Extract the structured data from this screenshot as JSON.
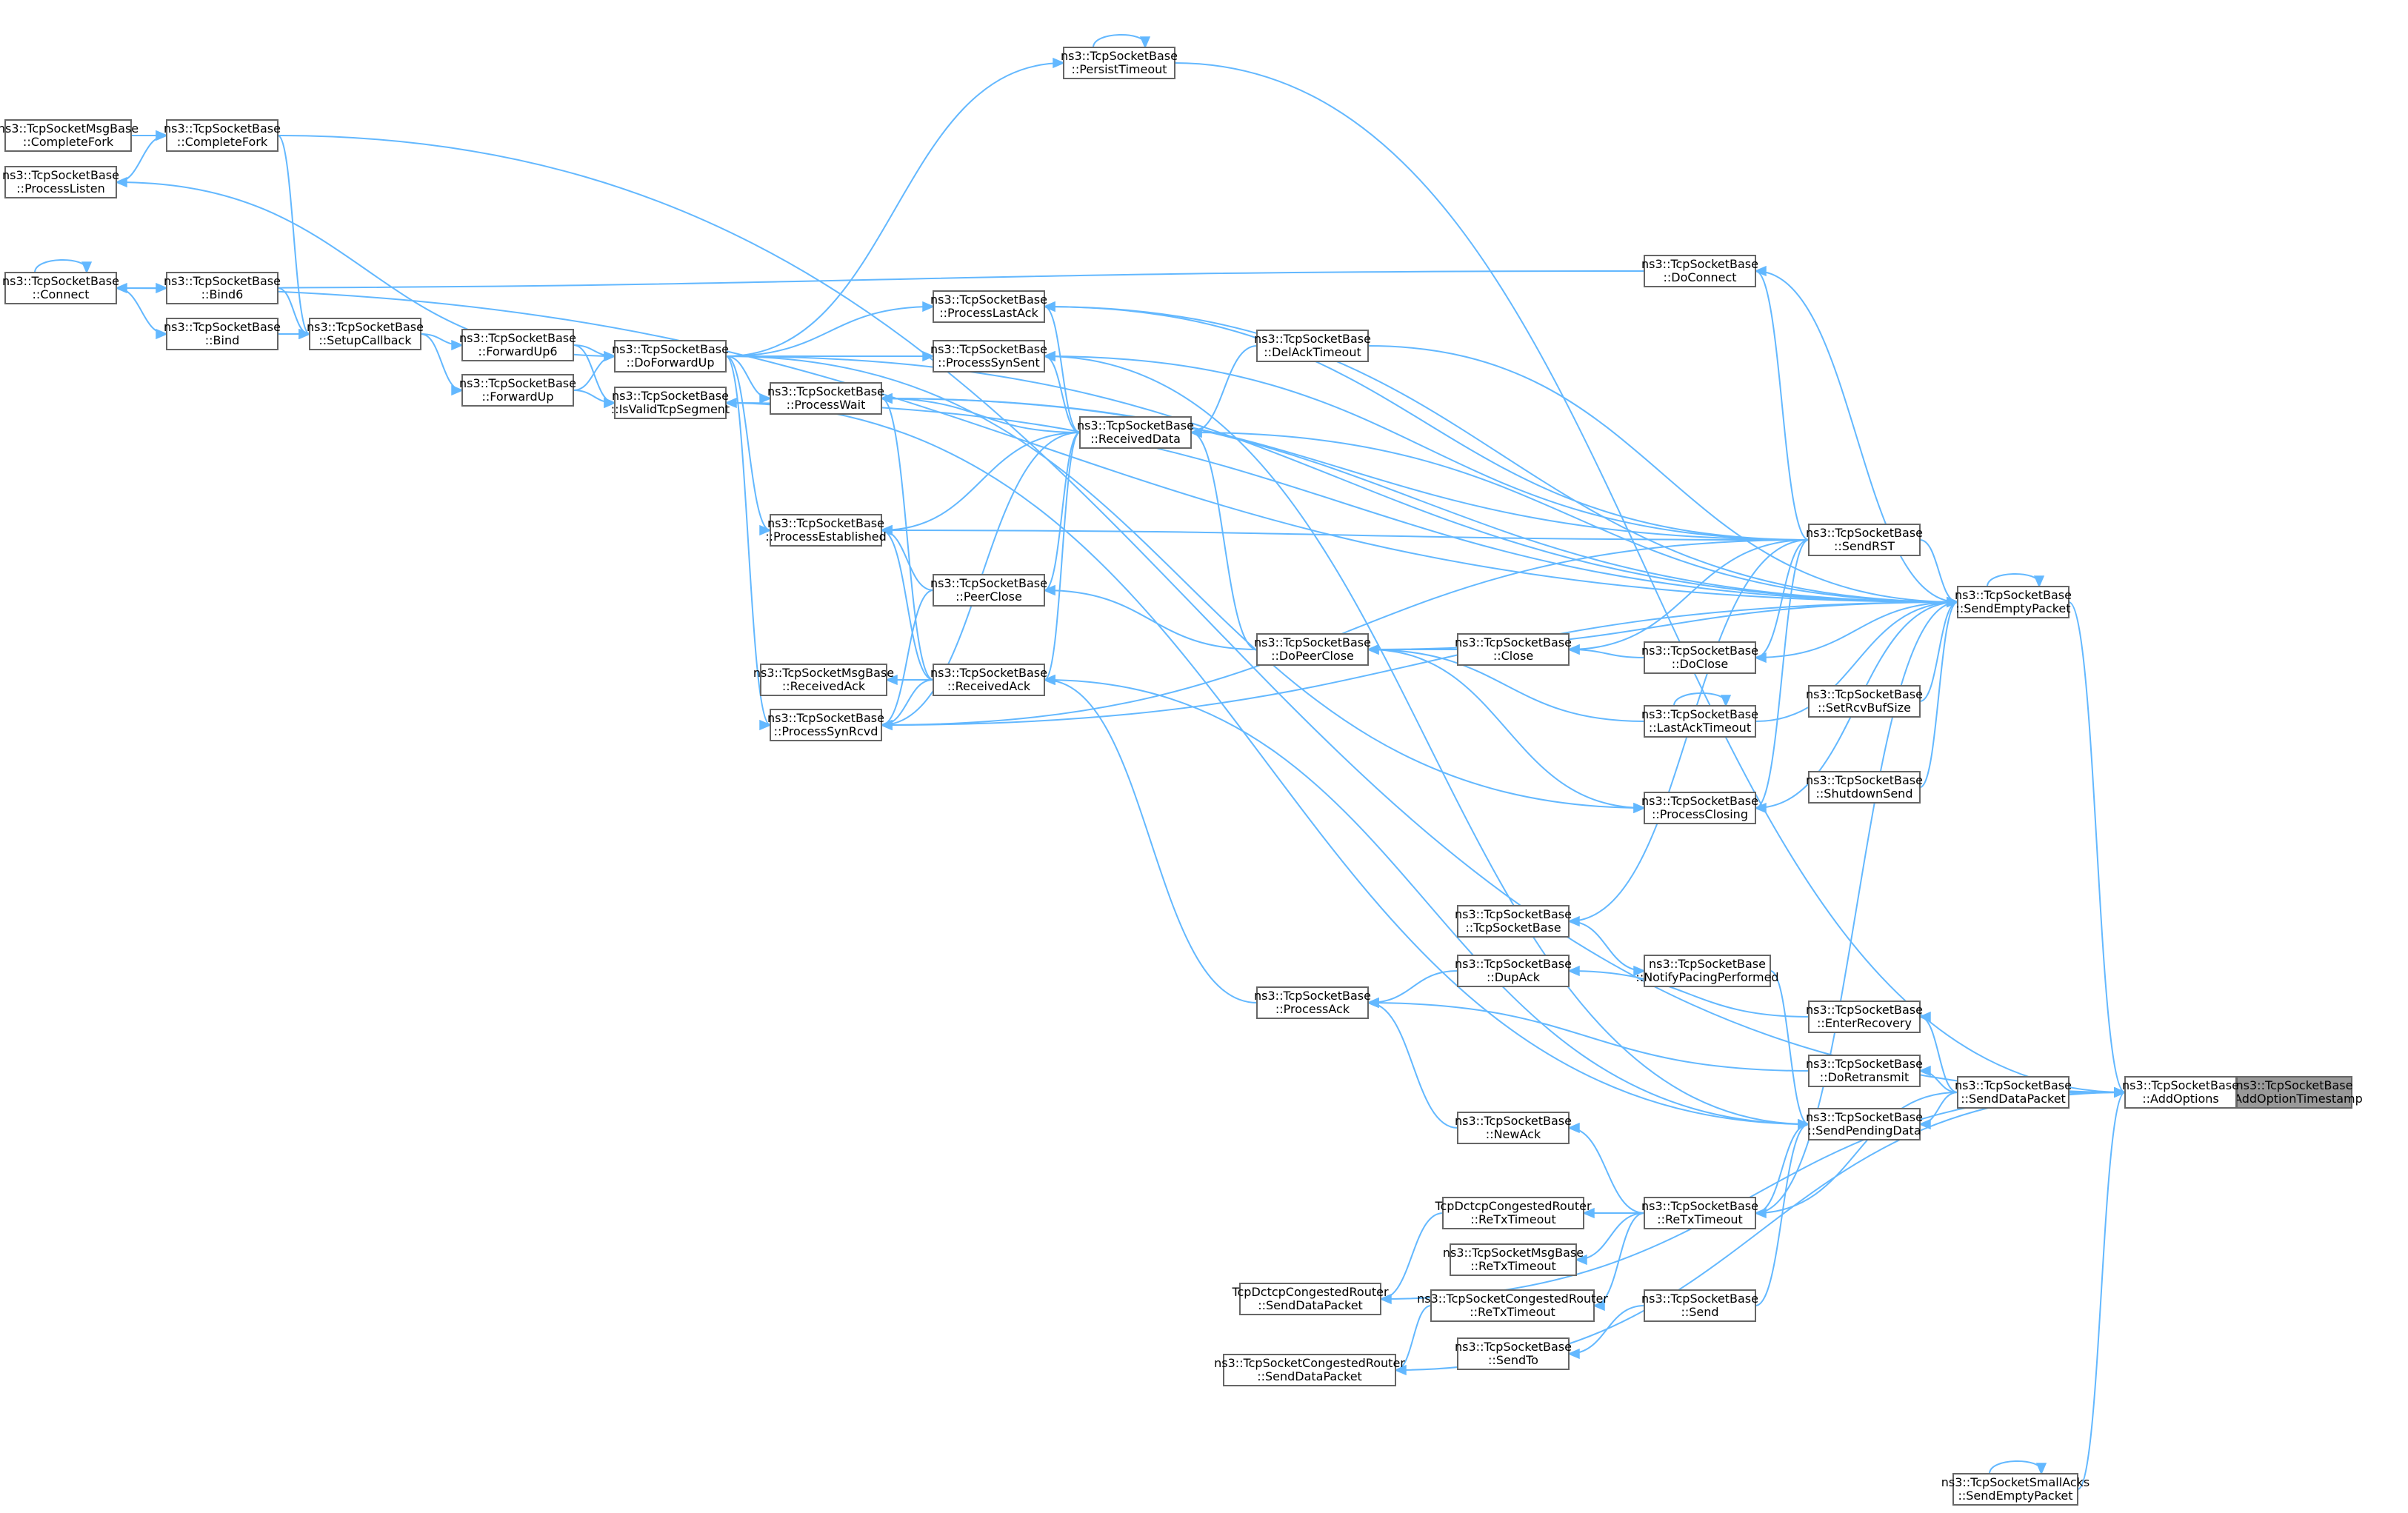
{
  "diagram": {
    "title": "",
    "colors": {
      "edge": "#63b8ff",
      "node_border": "#666666",
      "root_fill": "#999999",
      "background": "#ffffff"
    },
    "nodes": [
      {
        "id": "root",
        "line1": "ns3::TcpSocketBase",
        "line2": "::AddOptionTimestamp",
        "root": true
      },
      {
        "id": "addOptions",
        "line1": "ns3::TcpSocketBase",
        "line2": "::AddOptions"
      },
      {
        "id": "sendEmptyPacket",
        "line1": "ns3::TcpSocketBase",
        "line2": "::SendEmptyPacket"
      },
      {
        "id": "sendDataPacket",
        "line1": "ns3::TcpSocketBase",
        "line2": "::SendDataPacket"
      },
      {
        "id": "smallAcksSendEmpty",
        "line1": "ns3::TcpSocketSmallAcks",
        "line2": "::SendEmptyPacket"
      },
      {
        "id": "persistTimeout",
        "line1": "ns3::TcpSocketBase",
        "line2": "::PersistTimeout"
      },
      {
        "id": "msgCompleteFork",
        "line1": "ns3::TcpSocketMsgBase",
        "line2": "::CompleteFork"
      },
      {
        "id": "completeFork",
        "line1": "ns3::TcpSocketBase",
        "line2": "::CompleteFork"
      },
      {
        "id": "processListen",
        "line1": "ns3::TcpSocketBase",
        "line2": "::ProcessListen"
      },
      {
        "id": "connect",
        "line1": "ns3::TcpSocketBase",
        "line2": "::Connect"
      },
      {
        "id": "bind6",
        "line1": "ns3::TcpSocketBase",
        "line2": "::Bind6"
      },
      {
        "id": "bind",
        "line1": "ns3::TcpSocketBase",
        "line2": "::Bind"
      },
      {
        "id": "setupCallback",
        "line1": "ns3::TcpSocketBase",
        "line2": "::SetupCallback"
      },
      {
        "id": "forwardUp6",
        "line1": "ns3::TcpSocketBase",
        "line2": "::ForwardUp6"
      },
      {
        "id": "forwardUp",
        "line1": "ns3::TcpSocketBase",
        "line2": "::ForwardUp"
      },
      {
        "id": "doForwardUp",
        "line1": "ns3::TcpSocketBase",
        "line2": "::DoForwardUp"
      },
      {
        "id": "isValidTcpSegment",
        "line1": "ns3::TcpSocketBase",
        "line2": "::IsValidTcpSegment"
      },
      {
        "id": "processLastAck",
        "line1": "ns3::TcpSocketBase",
        "line2": "::ProcessLastAck"
      },
      {
        "id": "processSynSent",
        "line1": "ns3::TcpSocketBase",
        "line2": "::ProcessSynSent"
      },
      {
        "id": "processWait",
        "line1": "ns3::TcpSocketBase",
        "line2": "::ProcessWait"
      },
      {
        "id": "processEstablished",
        "line1": "ns3::TcpSocketBase",
        "line2": "::ProcessEstablished"
      },
      {
        "id": "peerClose",
        "line1": "ns3::TcpSocketBase",
        "line2": "::PeerClose"
      },
      {
        "id": "msgReceivedAck",
        "line1": "ns3::TcpSocketMsgBase",
        "line2": "::ReceivedAck"
      },
      {
        "id": "receivedAck",
        "line1": "ns3::TcpSocketBase",
        "line2": "::ReceivedAck"
      },
      {
        "id": "processSynRcvd",
        "line1": "ns3::TcpSocketBase",
        "line2": "::ProcessSynRcvd"
      },
      {
        "id": "delAckTimeout",
        "line1": "ns3::TcpSocketBase",
        "line2": "::DelAckTimeout"
      },
      {
        "id": "receivedData",
        "line1": "ns3::TcpSocketBase",
        "line2": "::ReceivedData"
      },
      {
        "id": "doPeerClose",
        "line1": "ns3::TcpSocketBase",
        "line2": "::DoPeerClose"
      },
      {
        "id": "close",
        "line1": "ns3::TcpSocketBase",
        "line2": "::Close"
      },
      {
        "id": "doConnect",
        "line1": "ns3::TcpSocketBase",
        "line2": "::DoConnect"
      },
      {
        "id": "sendRST",
        "line1": "ns3::TcpSocketBase",
        "line2": "::SendRST"
      },
      {
        "id": "doClose",
        "line1": "ns3::TcpSocketBase",
        "line2": "::DoClose"
      },
      {
        "id": "lastAckTimeout",
        "line1": "ns3::TcpSocketBase",
        "line2": "::LastAckTimeout"
      },
      {
        "id": "setRcvBufSize",
        "line1": "ns3::TcpSocketBase",
        "line2": "::SetRcvBufSize"
      },
      {
        "id": "shutdownSend",
        "line1": "ns3::TcpSocketBase",
        "line2": "::ShutdownSend"
      },
      {
        "id": "processClosing",
        "line1": "ns3::TcpSocketBase",
        "line2": "::ProcessClosing"
      },
      {
        "id": "tcpSocketBase",
        "line1": "ns3::TcpSocketBase",
        "line2": "::TcpSocketBase"
      },
      {
        "id": "dupAck",
        "line1": "ns3::TcpSocketBase",
        "line2": "::DupAck"
      },
      {
        "id": "notifyPacing",
        "line1": "ns3::TcpSocketBase",
        "line2": "::NotifyPacingPerformed"
      },
      {
        "id": "processAck",
        "line1": "ns3::TcpSocketBase",
        "line2": "::ProcessAck"
      },
      {
        "id": "enterRecovery",
        "line1": "ns3::TcpSocketBase",
        "line2": "::EnterRecovery"
      },
      {
        "id": "doRetransmit",
        "line1": "ns3::TcpSocketBase",
        "line2": "::DoRetransmit"
      },
      {
        "id": "sendPendingData",
        "line1": "ns3::TcpSocketBase",
        "line2": "::SendPendingData"
      },
      {
        "id": "newAck",
        "line1": "ns3::TcpSocketBase",
        "line2": "::NewAck"
      },
      {
        "id": "reTxTimeout",
        "line1": "ns3::TcpSocketBase",
        "line2": "::ReTxTimeout"
      },
      {
        "id": "dctcpReTxTimeout",
        "line1": "TcpDctcpCongestedRouter",
        "line2": "::ReTxTimeout"
      },
      {
        "id": "msgReTxTimeout",
        "line1": "ns3::TcpSocketMsgBase",
        "line2": "::ReTxTimeout"
      },
      {
        "id": "congReTxTimeout",
        "line1": "ns3::TcpSocketCongestedRouter",
        "line2": "::ReTxTimeout"
      },
      {
        "id": "dctcpSendDataPacket",
        "line1": "TcpDctcpCongestedRouter",
        "line2": "::SendDataPacket"
      },
      {
        "id": "send",
        "line1": "ns3::TcpSocketBase",
        "line2": "::Send"
      },
      {
        "id": "sendTo",
        "line1": "ns3::TcpSocketBase",
        "line2": "::SendTo"
      },
      {
        "id": "congSendDataPacket",
        "line1": "ns3::TcpSocketCongestedRouter",
        "line2": "::SendDataPacket"
      }
    ],
    "edges": [
      [
        "addOptions",
        "root"
      ],
      [
        "sendEmptyPacket",
        "addOptions"
      ],
      [
        "sendDataPacket",
        "addOptions"
      ],
      [
        "smallAcksSendEmpty",
        "addOptions"
      ],
      [
        "smallAcksSendEmpty",
        "smallAcksSendEmpty"
      ],
      [
        "persistTimeout",
        "addOptions"
      ],
      [
        "persistTimeout",
        "persistTimeout"
      ],
      [
        "completeFork",
        "addOptions"
      ],
      [
        "dctcpSendDataPacket",
        "addOptions"
      ],
      [
        "congSendDataPacket",
        "addOptions"
      ],
      [
        "sendEmptyPacket",
        "sendEmptyPacket"
      ],
      [
        "doConnect",
        "sendEmptyPacket"
      ],
      [
        "sendRST",
        "sendEmptyPacket"
      ],
      [
        "setRcvBufSize",
        "sendEmptyPacket"
      ],
      [
        "shutdownSend",
        "sendEmptyPacket"
      ],
      [
        "doClose",
        "sendEmptyPacket"
      ],
      [
        "lastAckTimeout",
        "sendEmptyPacket"
      ],
      [
        "processClosing",
        "sendEmptyPacket"
      ],
      [
        "delAckTimeout",
        "sendEmptyPacket"
      ],
      [
        "receivedData",
        "sendEmptyPacket"
      ],
      [
        "processLastAck",
        "sendEmptyPacket"
      ],
      [
        "processWait",
        "sendEmptyPacket"
      ],
      [
        "connect",
        "sendEmptyPacket"
      ],
      [
        "doForwardUp",
        "sendEmptyPacket"
      ],
      [
        "processSynRcvd",
        "sendEmptyPacket"
      ],
      [
        "isValidTcpSegment",
        "sendEmptyPacket"
      ],
      [
        "doPeerClose",
        "sendEmptyPacket"
      ],
      [
        "reTxTimeout",
        "sendEmptyPacket"
      ],
      [
        "msgCompleteFork",
        "completeFork"
      ],
      [
        "processListen",
        "completeFork"
      ],
      [
        "doForwardUp",
        "processListen"
      ],
      [
        "connect",
        "connect"
      ],
      [
        "doConnect",
        "connect"
      ],
      [
        "connect",
        "bind6"
      ],
      [
        "connect",
        "bind"
      ],
      [
        "bind6",
        "setupCallback"
      ],
      [
        "bind",
        "setupCallback"
      ],
      [
        "completeFork",
        "setupCallback"
      ],
      [
        "setupCallback",
        "forwardUp6"
      ],
      [
        "setupCallback",
        "forwardUp"
      ],
      [
        "forwardUp6",
        "doForwardUp"
      ],
      [
        "forwardUp",
        "doForwardUp"
      ],
      [
        "forwardUp6",
        "isValidTcpSegment"
      ],
      [
        "forwardUp",
        "isValidTcpSegment"
      ],
      [
        "doForwardUp",
        "persistTimeout"
      ],
      [
        "doForwardUp",
        "processLastAck"
      ],
      [
        "doForwardUp",
        "processSynSent"
      ],
      [
        "doForwardUp",
        "processWait"
      ],
      [
        "doForwardUp",
        "processEstablished"
      ],
      [
        "doForwardUp",
        "processSynRcvd"
      ],
      [
        "doForwardUp",
        "processClosing"
      ],
      [
        "receivedData",
        "processLastAck"
      ],
      [
        "receivedData",
        "processSynSent"
      ],
      [
        "receivedData",
        "processWait"
      ],
      [
        "receivedData",
        "processEstablished"
      ],
      [
        "receivedData",
        "peerClose"
      ],
      [
        "receivedData",
        "receivedAck"
      ],
      [
        "receivedData",
        "processSynRcvd"
      ],
      [
        "delAckTimeout",
        "receivedData"
      ],
      [
        "doPeerClose",
        "receivedData"
      ],
      [
        "peerClose",
        "processEstablished"
      ],
      [
        "peerClose",
        "processSynRcvd"
      ],
      [
        "doPeerClose",
        "peerClose"
      ],
      [
        "receivedAck",
        "processWait"
      ],
      [
        "receivedAck",
        "processEstablished"
      ],
      [
        "receivedAck",
        "processSynRcvd"
      ],
      [
        "receivedAck",
        "msgReceivedAck"
      ],
      [
        "processAck",
        "receivedAck"
      ],
      [
        "sendPendingData",
        "receivedAck"
      ],
      [
        "sendPendingData",
        "processSynSent"
      ],
      [
        "sendPendingData",
        "isValidTcpSegment"
      ],
      [
        "close",
        "doPeerClose"
      ],
      [
        "lastAckTimeout",
        "doPeerClose"
      ],
      [
        "lastAckTimeout",
        "lastAckTimeout"
      ],
      [
        "doClose",
        "close"
      ],
      [
        "sendRST",
        "close"
      ],
      [
        "sendRST",
        "processLastAck"
      ],
      [
        "sendRST",
        "processSynSent"
      ],
      [
        "sendRST",
        "processWait"
      ],
      [
        "sendRST",
        "processEstablished"
      ],
      [
        "sendRST",
        "processSynRcvd"
      ],
      [
        "sendRST",
        "doClose"
      ],
      [
        "sendRST",
        "doConnect"
      ],
      [
        "sendRST",
        "processClosing"
      ],
      [
        "sendRST",
        "tcpSocketBase"
      ],
      [
        "doPeerClose",
        "processClosing"
      ],
      [
        "tcpSocketBase",
        "notifyPacing"
      ],
      [
        "dupAck",
        "processAck"
      ],
      [
        "enterRecovery",
        "dupAck"
      ],
      [
        "doRetransmit",
        "processAck"
      ],
      [
        "newAck",
        "processAck"
      ],
      [
        "sendDataPacket",
        "enterRecovery"
      ],
      [
        "sendDataPacket",
        "doRetransmit"
      ],
      [
        "sendDataPacket",
        "sendPendingData"
      ],
      [
        "sendDataPacket",
        "reTxTimeout"
      ],
      [
        "notifyPacing",
        "sendPendingData"
      ],
      [
        "reTxTimeout",
        "sendPendingData"
      ],
      [
        "send",
        "sendPendingData"
      ],
      [
        "reTxTimeout",
        "newAck"
      ],
      [
        "reTxTimeout",
        "dctcpReTxTimeout"
      ],
      [
        "reTxTimeout",
        "msgReTxTimeout"
      ],
      [
        "reTxTimeout",
        "congReTxTimeout"
      ],
      [
        "dctcpReTxTimeout",
        "dctcpSendDataPacket"
      ],
      [
        "congReTxTimeout",
        "congSendDataPacket"
      ],
      [
        "send",
        "sendTo"
      ]
    ]
  }
}
